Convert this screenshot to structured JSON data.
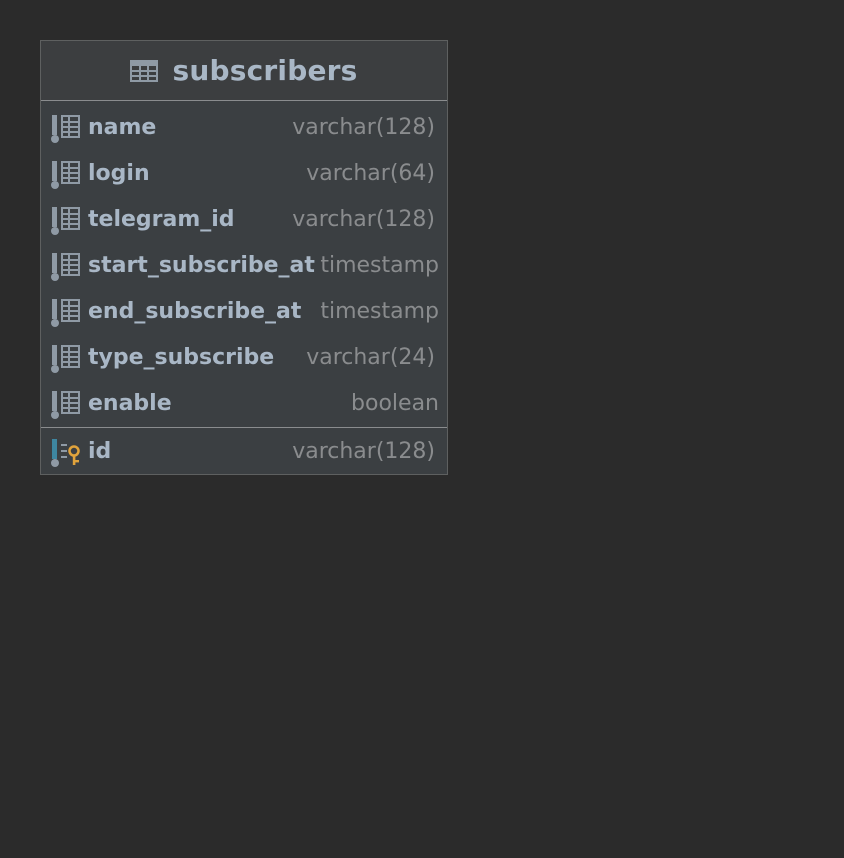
{
  "table": {
    "name": "subscribers",
    "columns": [
      {
        "name": "name",
        "type": "varchar(128)",
        "icon": "column-icon"
      },
      {
        "name": "login",
        "type": "varchar(64)",
        "icon": "column-icon"
      },
      {
        "name": "telegram_id",
        "type": "varchar(128)",
        "icon": "column-icon"
      },
      {
        "name": "start_subscribe_at",
        "type": "timestamp",
        "icon": "column-icon"
      },
      {
        "name": "end_subscribe_at",
        "type": "timestamp",
        "icon": "column-icon"
      },
      {
        "name": "type_subscribe",
        "type": "varchar(24)",
        "icon": "column-icon"
      },
      {
        "name": "enable",
        "type": "boolean",
        "icon": "column-icon"
      }
    ],
    "primary_key": [
      {
        "name": "id",
        "type": "varchar(128)",
        "icon": "primary-key-column-icon"
      }
    ]
  },
  "colors": {
    "canvas": "#2b2b2b",
    "entity_body": "#3b3f42",
    "text_name": "#a9b7c6",
    "text_type": "#8a8c8e",
    "key_accent": "#e0a33c",
    "pk_accent": "#3e86a0"
  }
}
